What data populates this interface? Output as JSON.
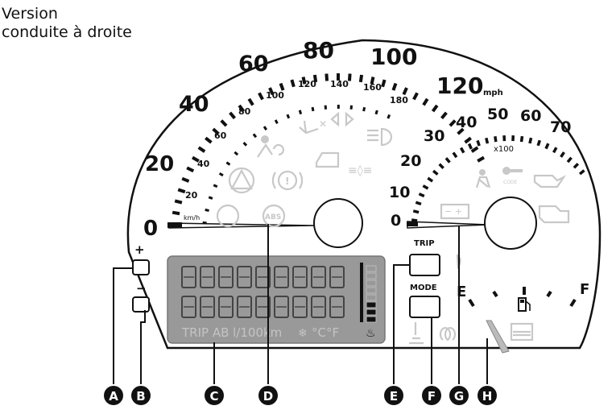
{
  "header": {
    "line1": "Version",
    "line2": "conduite à droite"
  },
  "speedometer": {
    "mph_labels": [
      "0",
      "20",
      "40",
      "60",
      "80",
      "100",
      "120"
    ],
    "mph_unit": "mph",
    "kmh_labels": [
      "20",
      "40",
      "60",
      "80",
      "100",
      "120",
      "140",
      "160",
      "180"
    ],
    "kmh_unit": "km/h"
  },
  "tachometer": {
    "labels": [
      "0",
      "10",
      "20",
      "30",
      "40",
      "50",
      "60",
      "70"
    ],
    "multiplier": "x100"
  },
  "fuel": {
    "empty": "E",
    "full": "F"
  },
  "buttons": {
    "plus": "+",
    "minus": "−",
    "trip": "TRIP",
    "mode": "MODE"
  },
  "lcd": {
    "status_text": "TRIP AB l/100km",
    "units_text": "°C°F"
  },
  "callouts": [
    "A",
    "B",
    "C",
    "D",
    "E",
    "F",
    "G",
    "H"
  ]
}
